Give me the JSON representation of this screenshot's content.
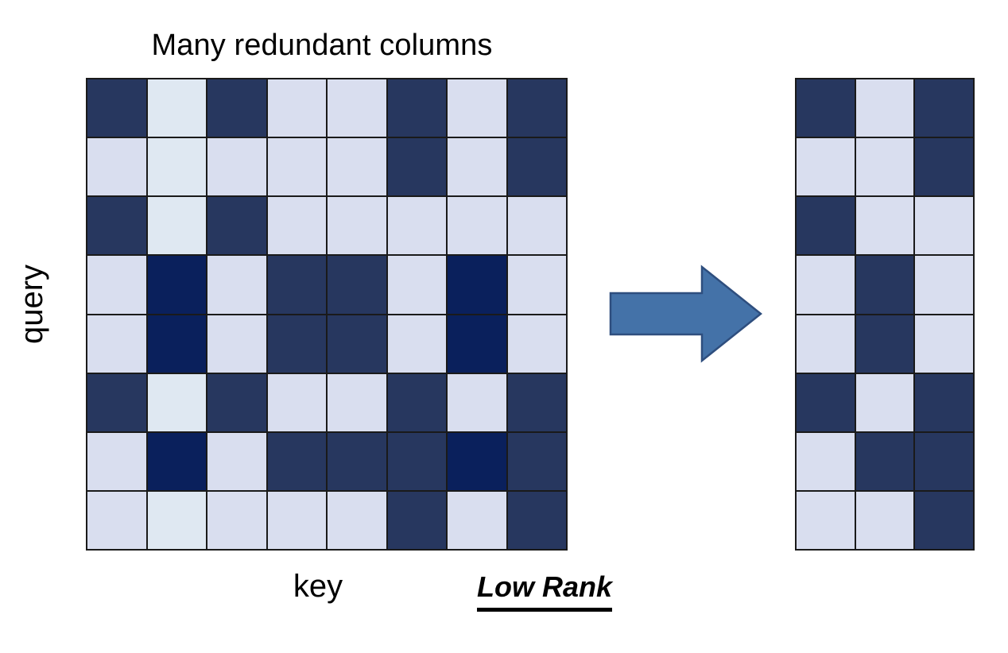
{
  "title": "Many redundant columns",
  "axes": {
    "y_label": "query",
    "x_label": "key"
  },
  "annotation": "Low Rank",
  "arrow": {
    "icon": "right-block-arrow-icon",
    "fill": "#4472A8",
    "stroke": "#2E4E7E",
    "direction": "right"
  },
  "palette": {
    "darkest": "#0A205C",
    "dark": "#27375F",
    "light": "#D9DEEF",
    "lightest": "#DFE8F2",
    "grid_line": "#1A1A1A",
    "background": "#FFFFFF"
  },
  "chart_data": {
    "type": "heatmap",
    "title": "Many redundant columns",
    "xlabel": "key",
    "ylabel": "query",
    "annotation": "Low Rank",
    "legend": "none",
    "grid": true,
    "levels": {
      "0": "#DFE8F2",
      "1": "#D9DEEF",
      "2": "#27375F",
      "3": "#0A205C"
    },
    "matrices": [
      {
        "name": "attention-matrix-full",
        "rows": 8,
        "cols": 8,
        "values": [
          [
            2,
            0,
            2,
            1,
            1,
            2,
            1,
            2
          ],
          [
            1,
            0,
            1,
            1,
            1,
            2,
            1,
            2
          ],
          [
            2,
            0,
            2,
            1,
            1,
            1,
            1,
            1
          ],
          [
            1,
            3,
            1,
            2,
            2,
            1,
            3,
            1
          ],
          [
            1,
            3,
            1,
            2,
            2,
            1,
            3,
            1
          ],
          [
            2,
            0,
            2,
            1,
            1,
            2,
            1,
            2
          ],
          [
            1,
            3,
            1,
            2,
            2,
            2,
            3,
            2
          ],
          [
            1,
            0,
            1,
            1,
            1,
            2,
            1,
            2
          ]
        ]
      },
      {
        "name": "attention-matrix-lowrank",
        "rows": 8,
        "cols": 3,
        "values": [
          [
            2,
            1,
            2
          ],
          [
            1,
            1,
            2
          ],
          [
            2,
            1,
            1
          ],
          [
            1,
            2,
            1
          ],
          [
            1,
            2,
            1
          ],
          [
            2,
            1,
            2
          ],
          [
            1,
            2,
            2
          ],
          [
            1,
            1,
            2
          ]
        ]
      }
    ]
  }
}
